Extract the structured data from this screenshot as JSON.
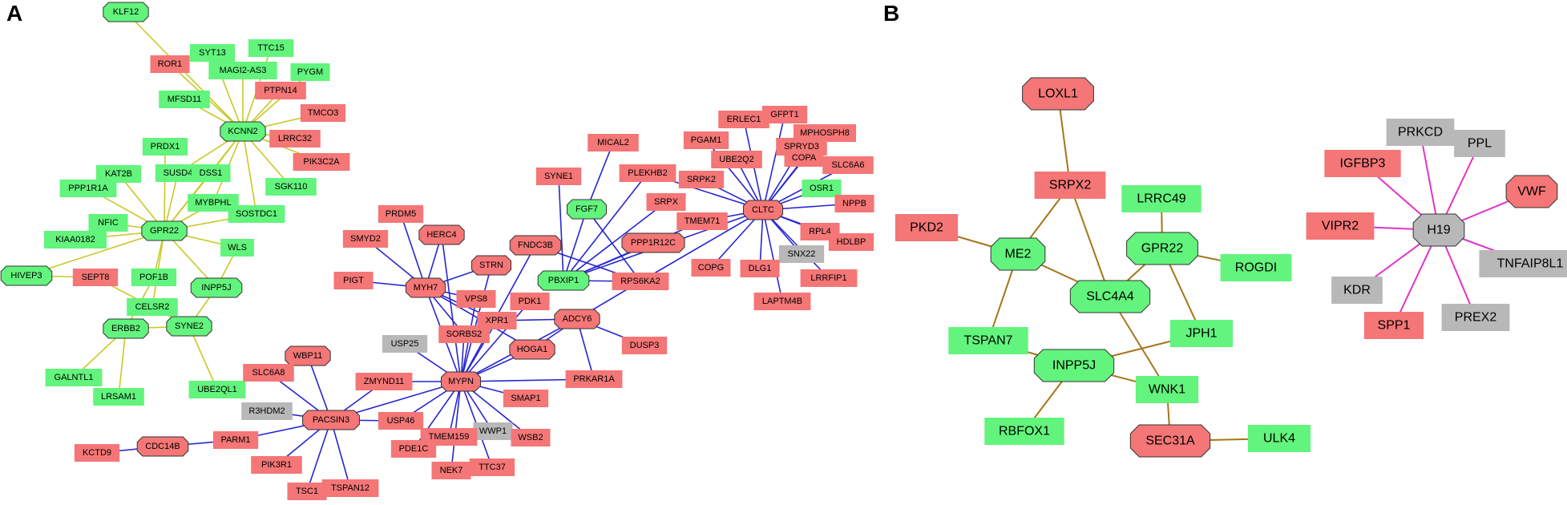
{
  "colors": {
    "red": "#f47676",
    "green": "#62f47c",
    "gray": "#b8b8b8",
    "edgeYellow": "#c9c827",
    "edgeBlue": "#2626d3",
    "edgeBrown": "#a57518",
    "edgeMagenta": "#e432c8"
  },
  "panels": [
    {
      "label": "A",
      "edgeColor": "edgeYellow",
      "hubs": [
        "KLF12",
        "KCNN2",
        "GPR22",
        "HIVEP3",
        "ERBB2",
        "SYNE2",
        "INPP5J"
      ],
      "nodes": [
        {
          "t": "KLF12",
          "c": "green",
          "o": 1
        },
        {
          "t": "SYT13",
          "c": "green"
        },
        {
          "t": "TTC15",
          "c": "green"
        },
        {
          "t": "ROR1",
          "c": "red"
        },
        {
          "t": "MAGI2-AS3",
          "c": "green"
        },
        {
          "t": "PYGM",
          "c": "green"
        },
        {
          "t": "MFSD11",
          "c": "green"
        },
        {
          "t": "PTPN14",
          "c": "red"
        },
        {
          "t": "TMCO3",
          "c": "red"
        },
        {
          "t": "KCNN2",
          "c": "green",
          "o": 1
        },
        {
          "t": "LRRC32",
          "c": "red"
        },
        {
          "t": "PRDX1",
          "c": "green"
        },
        {
          "t": "PIK3C2A",
          "c": "red"
        },
        {
          "t": "KAT2B",
          "c": "green"
        },
        {
          "t": "SUSD4",
          "c": "green"
        },
        {
          "t": "DSS1",
          "c": "green"
        },
        {
          "t": "SGK110",
          "c": "green"
        },
        {
          "t": "PPP1R1A",
          "c": "green"
        },
        {
          "t": "MYBPHL",
          "c": "green"
        },
        {
          "t": "SOSTDC1",
          "c": "green"
        },
        {
          "t": "NFIC",
          "c": "green"
        },
        {
          "t": "GPR22",
          "c": "green",
          "o": 1
        },
        {
          "t": "KIAA0182",
          "c": "green"
        },
        {
          "t": "WLS",
          "c": "green"
        },
        {
          "t": "HIVEP3",
          "c": "green",
          "o": 1
        },
        {
          "t": "SEPT8",
          "c": "red"
        },
        {
          "t": "POF1B",
          "c": "green"
        },
        {
          "t": "INPP5J",
          "c": "green",
          "o": 1
        },
        {
          "t": "CELSR2",
          "c": "green"
        },
        {
          "t": "ERBB2",
          "c": "green",
          "o": 1
        },
        {
          "t": "SYNE2",
          "c": "green",
          "o": 1
        },
        {
          "t": "GALNTL1",
          "c": "green"
        },
        {
          "t": "UBE2QL1",
          "c": "green"
        },
        {
          "t": "LRSAM1",
          "c": "green"
        }
      ]
    },
    {
      "label": "",
      "edgeColor": "edgeBlue",
      "hubs": [
        "MYPN",
        "PACSIN3",
        "CLTC",
        "MYH7",
        "ADCY6",
        "HOGA1",
        "PBXIP1",
        "FGF7",
        "CDC14B"
      ],
      "nodes": [
        {
          "t": "MICAL2",
          "c": "red"
        },
        {
          "t": "PGAM1",
          "c": "red"
        },
        {
          "t": "ERLEC1",
          "c": "red"
        },
        {
          "t": "GFPT1",
          "c": "red"
        },
        {
          "t": "SPRYD3",
          "c": "red"
        },
        {
          "t": "MPHOSPH8",
          "c": "red"
        },
        {
          "t": "UBE2Q2",
          "c": "red"
        },
        {
          "t": "COPA",
          "c": "red"
        },
        {
          "t": "SLC6A6",
          "c": "red"
        },
        {
          "t": "SYNE1",
          "c": "red"
        },
        {
          "t": "PLEKHB2",
          "c": "red"
        },
        {
          "t": "SRPK2",
          "c": "red"
        },
        {
          "t": "OSR1",
          "c": "green"
        },
        {
          "t": "FGF7",
          "c": "green",
          "o": 1
        },
        {
          "t": "SRPX",
          "c": "red"
        },
        {
          "t": "CLTC",
          "c": "red",
          "o": 1
        },
        {
          "t": "NPPB",
          "c": "red"
        },
        {
          "t": "PRDM5",
          "c": "red"
        },
        {
          "t": "TMEM71",
          "c": "red"
        },
        {
          "t": "HERC4",
          "c": "red",
          "o": 1
        },
        {
          "t": "SMYD2",
          "c": "red"
        },
        {
          "t": "FNDC3B",
          "c": "red",
          "o": 1
        },
        {
          "t": "PPP1R12C",
          "c": "red",
          "o": 1
        },
        {
          "t": "RPL4",
          "c": "red"
        },
        {
          "t": "HDLBP",
          "c": "red"
        },
        {
          "t": "SNX22",
          "c": "gray"
        },
        {
          "t": "PBXIP1",
          "c": "green",
          "o": 1
        },
        {
          "t": "COPG",
          "c": "red"
        },
        {
          "t": "DLG1",
          "c": "red"
        },
        {
          "t": "STRN",
          "c": "red",
          "o": 1
        },
        {
          "t": "LRRFIP1",
          "c": "red"
        },
        {
          "t": "PIGT",
          "c": "red"
        },
        {
          "t": "MYH7",
          "c": "red",
          "o": 1
        },
        {
          "t": "RPS6KA2",
          "c": "red"
        },
        {
          "t": "VPS8",
          "c": "red"
        },
        {
          "t": "LAPTM4B",
          "c": "red"
        },
        {
          "t": "PDK1",
          "c": "red"
        },
        {
          "t": "XPR1",
          "c": "red"
        },
        {
          "t": "ADCY6",
          "c": "red",
          "o": 1
        },
        {
          "t": "SORBS2",
          "c": "red"
        },
        {
          "t": "USP25",
          "c": "gray"
        },
        {
          "t": "HOGA1",
          "c": "red",
          "o": 1
        },
        {
          "t": "DUSP3",
          "c": "red"
        },
        {
          "t": "WBP11",
          "c": "red",
          "o": 1
        },
        {
          "t": "SLC6A8",
          "c": "red"
        },
        {
          "t": "ZMYND11",
          "c": "red"
        },
        {
          "t": "MYPN",
          "c": "red",
          "o": 1
        },
        {
          "t": "PRKAR1A",
          "c": "red"
        },
        {
          "t": "SMAP1",
          "c": "red"
        },
        {
          "t": "R3HDM2",
          "c": "gray"
        },
        {
          "t": "PACSIN3",
          "c": "red",
          "o": 1
        },
        {
          "t": "USP46",
          "c": "red"
        },
        {
          "t": "WWP1",
          "c": "gray"
        },
        {
          "t": "WSB2",
          "c": "red"
        },
        {
          "t": "TMEM159",
          "c": "red"
        },
        {
          "t": "PARM1",
          "c": "red"
        },
        {
          "t": "CDC14B",
          "c": "red",
          "o": 1
        },
        {
          "t": "PDE1C",
          "c": "red"
        },
        {
          "t": "KCTD9",
          "c": "red"
        },
        {
          "t": "NEK7",
          "c": "red"
        },
        {
          "t": "TTC37",
          "c": "red"
        },
        {
          "t": "PIK3R1",
          "c": "red"
        },
        {
          "t": "TSC1",
          "c": "red"
        },
        {
          "t": "TSPAN12",
          "c": "red"
        }
      ]
    },
    {
      "label": "B",
      "edgeColor": "edgeBrown",
      "hubs": [],
      "nodes": [
        {
          "t": "LOXL1",
          "c": "red",
          "o": 1
        },
        {
          "t": "SRPX2",
          "c": "red"
        },
        {
          "t": "LRRC49",
          "c": "green"
        },
        {
          "t": "PKD2",
          "c": "red"
        },
        {
          "t": "GPR22",
          "c": "green",
          "o": 1
        },
        {
          "t": "ME2",
          "c": "green",
          "o": 1
        },
        {
          "t": "ROGDI",
          "c": "green"
        },
        {
          "t": "SLC4A4",
          "c": "green",
          "o": 1
        },
        {
          "t": "TSPAN7",
          "c": "green"
        },
        {
          "t": "JPH1",
          "c": "green"
        },
        {
          "t": "INPP5J",
          "c": "green",
          "o": 1
        },
        {
          "t": "WNK1",
          "c": "green"
        },
        {
          "t": "RBFOX1",
          "c": "green"
        },
        {
          "t": "SEC31A",
          "c": "red",
          "o": 1
        },
        {
          "t": "ULK4",
          "c": "green"
        }
      ]
    },
    {
      "label": "",
      "edgeColor": "edgeMagenta",
      "hubs": [
        "H19"
      ],
      "nodes": [
        {
          "t": "PRKCD",
          "c": "gray"
        },
        {
          "t": "PPL",
          "c": "gray"
        },
        {
          "t": "IGFBP3",
          "c": "red"
        },
        {
          "t": "VWF",
          "c": "red",
          "o": 1
        },
        {
          "t": "H19",
          "c": "gray",
          "o": 1
        },
        {
          "t": "VIPR2",
          "c": "red"
        },
        {
          "t": "TNFAIP8L1",
          "c": "gray"
        },
        {
          "t": "KDR",
          "c": "gray"
        },
        {
          "t": "PREX2",
          "c": "gray"
        },
        {
          "t": "SPP1",
          "c": "red"
        }
      ]
    }
  ]
}
